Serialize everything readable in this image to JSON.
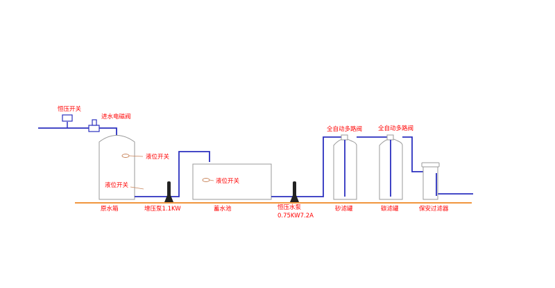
{
  "labels": {
    "pressure_switch": "恒压开关",
    "inlet_solenoid_valve": "进水电磁阀",
    "level_switch_raw_tank_top": "液位开关",
    "level_switch_raw_tank_bottom": "液位开关",
    "level_switch_storage_pool": "液位开关",
    "auto_valve_sand": "全自动多路阀",
    "auto_valve_carbon": "全自动多路阀",
    "raw_water_tank": "原水箱",
    "booster_pump": "增压泵1.1KW",
    "storage_pool": "蓄水池",
    "constant_pressure_pump_name": "恒压水泵",
    "constant_pressure_pump_spec": "0.75KW7.2A",
    "sand_filter": "砂滤罐",
    "carbon_filter": "碳滤罐",
    "security_filter": "保安过滤器"
  },
  "colors": {
    "pipe": "#2a2fbf",
    "ground_line": "#f0953c",
    "label_text": "#ff0000",
    "tank_outline": "#9a9a9a",
    "level_float": "#c8845a",
    "pump": "#222222"
  }
}
